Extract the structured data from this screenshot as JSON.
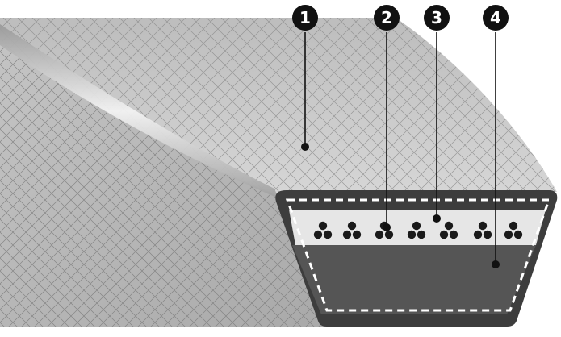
{
  "callouts": [
    {
      "number": "1"
    },
    {
      "number": "2"
    },
    {
      "number": "3"
    },
    {
      "number": "4"
    }
  ],
  "colors": {
    "top_face": "#c8c8c8",
    "side_face": "#b4b4b4",
    "edge_highlight": "#ececec",
    "mesh_line": "#8a8a8a",
    "cross_section_outline": "#3d3d3d",
    "tension_band": "#e6e6e6",
    "compression_core": "#555555",
    "cords": "#1a1a1a",
    "dashed_cover": "#ffffff",
    "callout_badge": "#111111",
    "leader_line": "#111111"
  },
  "parts": [
    {
      "id": 1,
      "name": "fabric-cover",
      "icon": "crosshatch-mesh"
    },
    {
      "id": 2,
      "name": "tension-cords",
      "icon": "cord-cluster"
    },
    {
      "id": 3,
      "name": "tension-section",
      "icon": "light-band"
    },
    {
      "id": 4,
      "name": "compression-core",
      "icon": "dark-core"
    }
  ]
}
